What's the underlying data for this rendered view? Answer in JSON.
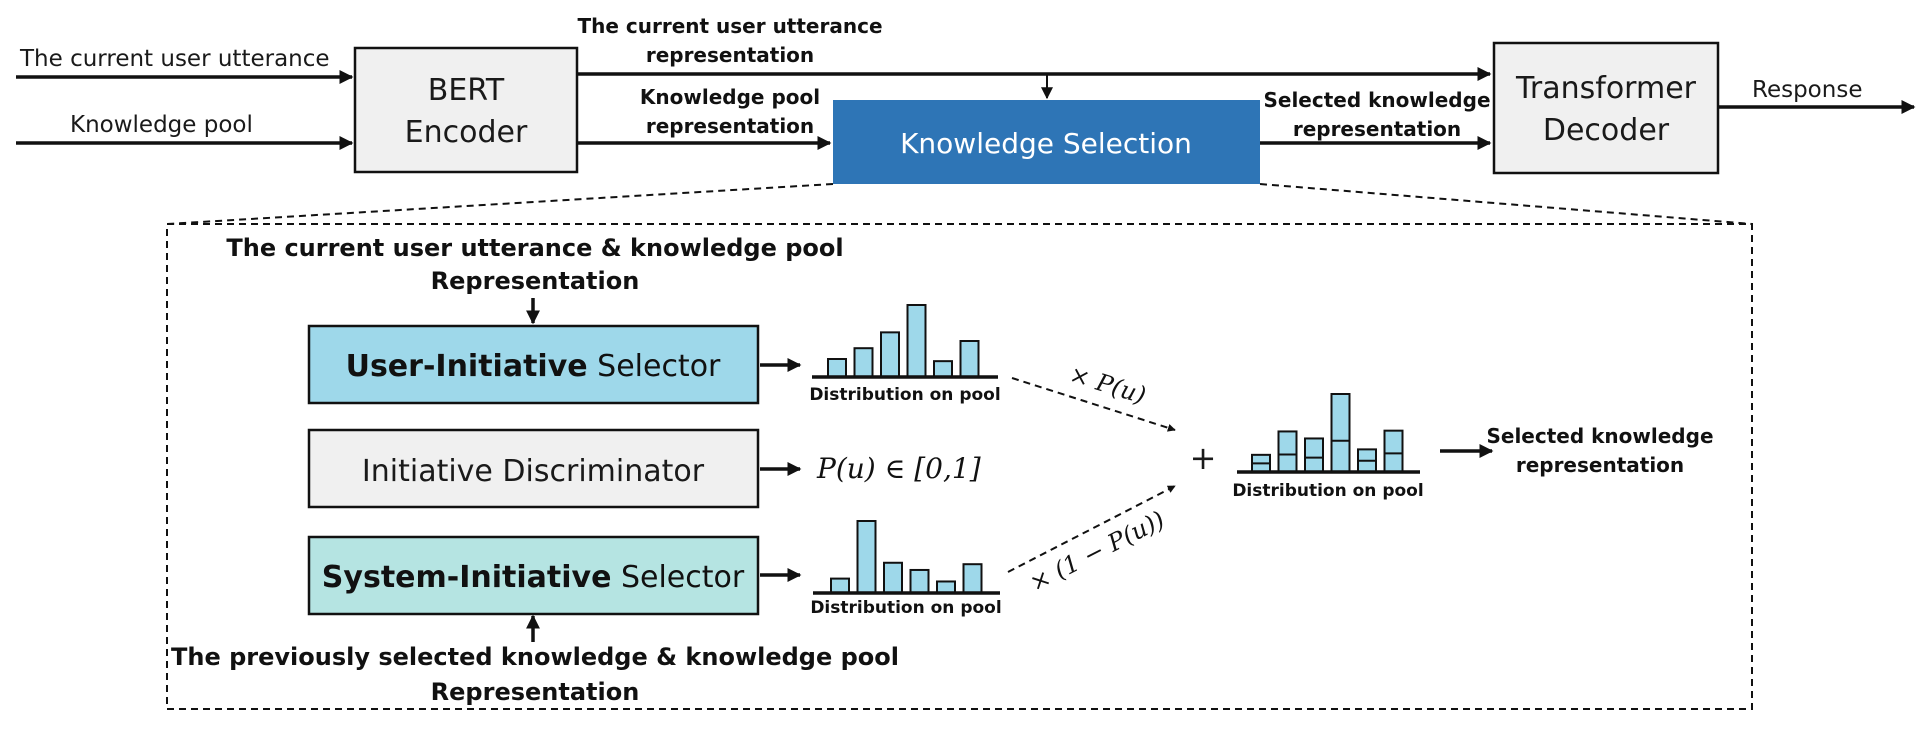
{
  "top": {
    "input_utterance": "The current user utterance",
    "input_pool": "Knowledge pool",
    "encoder": [
      "BERT",
      "Encoder"
    ],
    "utt_rep": [
      "The current user utterance",
      "representation"
    ],
    "pool_rep": [
      "Knowledge pool",
      "representation"
    ],
    "knowledge_selection": "Knowledge Selection",
    "selected_rep": [
      "Selected knowledge",
      "representation"
    ],
    "decoder": [
      "Transformer",
      "Decoder"
    ],
    "response": "Response"
  },
  "detail": {
    "top_input": [
      "The current user utterance & knowledge pool",
      "Representation"
    ],
    "bottom_input": [
      "The previously selected knowledge & knowledge pool",
      "Representation"
    ],
    "user_selector_bold": "User-Initiative",
    "user_selector_rest": " Selector",
    "discriminator": "Initiative Discriminator",
    "system_selector_bold": "System-Initiative",
    "system_selector_rest": " Selector",
    "prob_output": "P(u) ∈ [0,1]",
    "dist_label": "Distribution on pool",
    "weight_user": "× P(u)",
    "weight_system": "× (1 − P(u))",
    "plus": "+",
    "final_output": [
      "Selected knowledge",
      "representation"
    ]
  },
  "colors": {
    "knowledge_selection": "#2e75b6",
    "user_selector": "#9ed8ea",
    "discriminator": "#f0f0f0",
    "system_selector": "#b5e4e2",
    "bar_fill": "#9ed8ea"
  },
  "histograms": {
    "user_distribution": [
      0.25,
      0.4,
      0.62,
      1.0,
      0.22,
      0.5
    ],
    "system_distribution": [
      0.2,
      1.0,
      0.42,
      0.32,
      0.16,
      0.4
    ],
    "combined_distribution": [
      0.22,
      0.52,
      0.43,
      1.0,
      0.29,
      0.53
    ],
    "combined_split": [
      0.5,
      0.43,
      0.43,
      0.4,
      0.5,
      0.45
    ]
  }
}
